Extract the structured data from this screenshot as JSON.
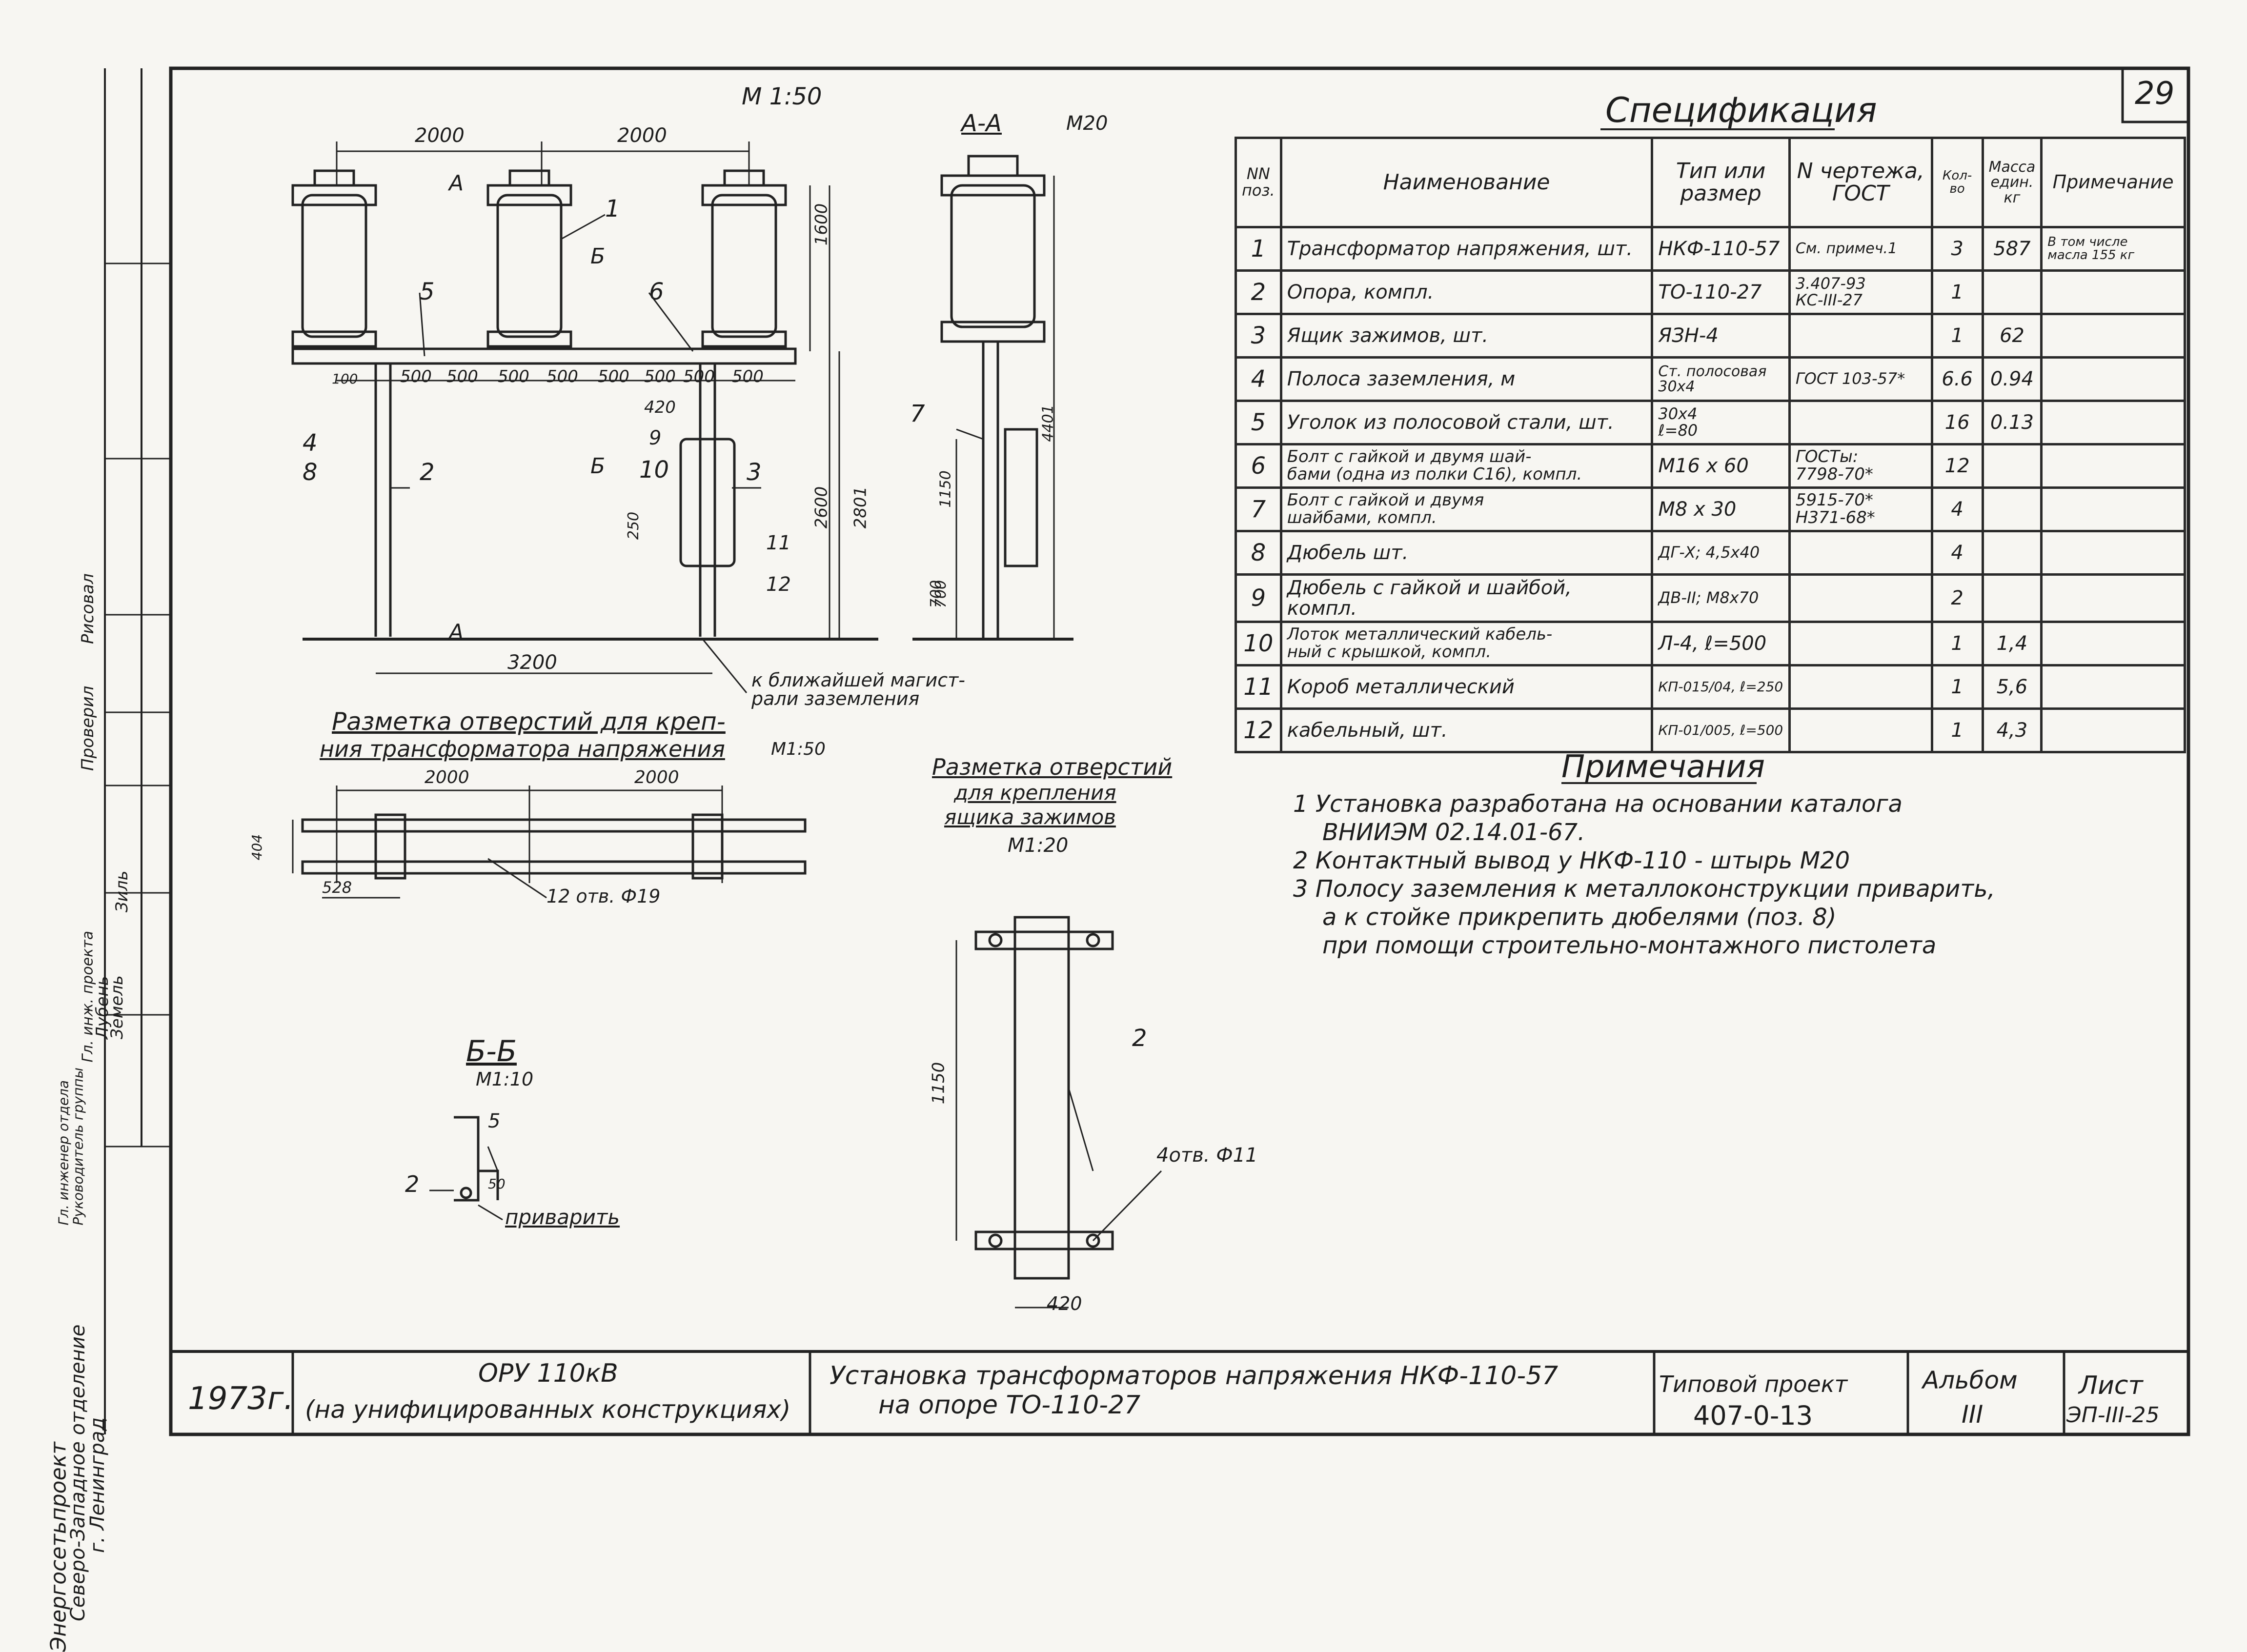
{
  "sheet_number": "29",
  "main_scale": "М 1:50",
  "front_view": {
    "spans": [
      "2000",
      "2000"
    ],
    "section_marks": [
      "А",
      "Б",
      "Б",
      "А"
    ],
    "callouts": [
      "1",
      "2",
      "3",
      "4",
      "5",
      "6",
      "8",
      "9",
      "10",
      "11",
      "12"
    ],
    "spacing": [
      "100",
      "500",
      "500",
      "500",
      "500",
      "500",
      "500",
      "500",
      "500"
    ],
    "dims": [
      "420",
      "250",
      "700",
      "2600",
      "2801",
      "1600",
      "3200"
    ],
    "ground_note": "к ближайшей магист-\nрали заземления"
  },
  "section_aa": {
    "title": "А-А",
    "bolt": "М20",
    "callout": "7",
    "dims": [
      "1150",
      "700",
      "4401"
    ]
  },
  "holes_transformer": {
    "title_line1": "Разметка отверстий для креп-",
    "title_line2": "ния трансформатора напряжения",
    "scale": "М1:50",
    "dims": [
      "2000",
      "2000",
      "404",
      "528"
    ],
    "holes_label": "12 отв. Ф19"
  },
  "holes_box": {
    "title_line1": "Разметка отверстий",
    "title_line2": "для крепления",
    "title_line3": "ящика зажимов",
    "scale": "М1:20",
    "callout": "2",
    "dims": [
      "1150",
      "420"
    ],
    "holes_label": "4отв. Ф11"
  },
  "section_bb": {
    "title": "Б-Б",
    "scale": "М1:10",
    "callouts": [
      "2",
      "5"
    ],
    "dim": "50",
    "weld_note": "приварить"
  },
  "spec": {
    "title": "Спецификация",
    "headers": [
      "NN\nпоз.",
      "Наименование",
      "Тип или\nразмер",
      "N чертежа,\nГОСТ",
      "Кол-во",
      "Масса\nедин.\nкг",
      "Примечание"
    ],
    "rows": [
      [
        "1",
        "Трансформатор напряжения, шт.",
        "НКФ-110-57",
        "См. примеч.1",
        "3",
        "587",
        "В том числе\nмасла 155 кг"
      ],
      [
        "2",
        "Опора, компл.",
        "ТО-110-27",
        "3.407-93\nКС-III-27",
        "1",
        "",
        ""
      ],
      [
        "3",
        "Ящик зажимов, шт.",
        "ЯЗН-4",
        "",
        "1",
        "62",
        ""
      ],
      [
        "4",
        "Полоса заземления, м",
        "Ст. полосовая\n30х4",
        "ГОСТ 103-57*",
        "6.6",
        "0.94",
        ""
      ],
      [
        "5",
        "Уголок из полосовой стали, шт.",
        "30х4\nℓ=80",
        "",
        "16",
        "0.13",
        ""
      ],
      [
        "6",
        "Болт с гайкой и двумя шай-\nбами (одна из полки С16), компл.",
        "М16 х 60",
        "ГОСТы:\n7798-70*",
        "12",
        "",
        ""
      ],
      [
        "7",
        "Болт с гайкой и двумя\nшайбами, компл.",
        "М8 х 30",
        "5915-70*\nН371-68*",
        "4",
        "",
        ""
      ],
      [
        "8",
        "Дюбель шт.",
        "ДГ-Х; 4,5х40",
        "",
        "4",
        "",
        ""
      ],
      [
        "9",
        "Дюбель с гайкой и шайбой, компл.",
        "ДВ-II; М8х70",
        "",
        "2",
        "",
        ""
      ],
      [
        "10",
        "Лоток металлический кабель-\nный с крышкой, компл.",
        "Л-4, ℓ=500",
        "",
        "1",
        "1,4",
        ""
      ],
      [
        "11",
        "Короб металлический",
        "КП-015/04, ℓ=250",
        "",
        "1",
        "5,6",
        ""
      ],
      [
        "12",
        "кабельный, шт.",
        "КП-01/005, ℓ=500",
        "",
        "1",
        "4,3",
        ""
      ]
    ]
  },
  "notes": {
    "title": "Примечания",
    "items": [
      "1 Установка разработана на основании каталога",
      "ВНИИЭМ 02.14.01-67.",
      "2 Контактный вывод у НКФ-110 - штырь М20",
      "3 Полосу заземления к металлоконструкции приварить,",
      "а к стойке прикрепить дюбелями (поз. 8)",
      "при помощи строительно-монтажного пистолета"
    ]
  },
  "title_block": {
    "year": "1973г.",
    "object_line1": "ОРУ 110кВ",
    "object_line2": "(на унифицированных конструкциях)",
    "drawing_line1": "Установка трансформаторов напряжения НКФ-110-57",
    "drawing_line2": "на опоре ТО-110-27",
    "project_label": "Типовой проект",
    "project_number": "407-0-13",
    "album_label": "Альбом",
    "album_number": "III",
    "sheet_label": "Лист",
    "sheet_code": "ЭП-III-25"
  },
  "side_stamp": {
    "org_line1": "Энергосетьпроект",
    "org_line2": "Северо-Западное отделение",
    "org_line3": "г. Ленинград",
    "roles": [
      "Гл. инженер отдела",
      "Руководитель группы",
      "Проверил",
      "Рисовал",
      "Гл. инж. проекта"
    ],
    "names": [
      "Земель",
      "Лубень",
      "Зиль"
    ]
  }
}
